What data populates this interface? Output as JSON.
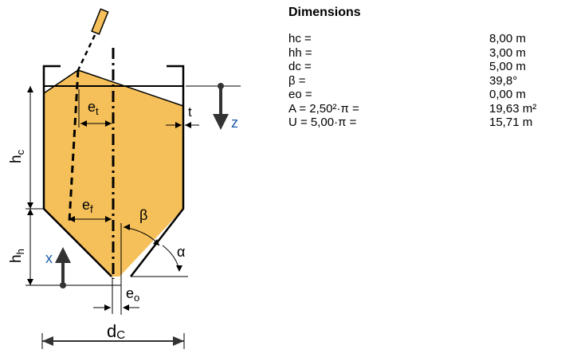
{
  "colors": {
    "material_fill": "#F5C05A",
    "line": "#000000",
    "axis_label": "#1F5FA8"
  },
  "diagram": {
    "labels": {
      "hc": "h",
      "hc_sub": "c",
      "hh": "h",
      "hh_sub": "h",
      "dc": "d",
      "dc_sub": "C",
      "et": "e",
      "et_sub": "t",
      "ef": "e",
      "ef_sub": "f",
      "eo": "e",
      "eo_sub": "o",
      "t": "t",
      "z": "z",
      "x": "x",
      "beta": "β",
      "alpha": "α"
    }
  },
  "dimensions": {
    "title": "Dimensions",
    "rows": [
      {
        "label": "hc =",
        "value": "8,00 m"
      },
      {
        "label": "hh =",
        "value": "3,00 m"
      },
      {
        "label": "dc =",
        "value": "5,00 m"
      },
      {
        "label": "β =",
        "value": "39,8°"
      },
      {
        "label": "eo =",
        "value": "0,00 m"
      },
      {
        "label": "A = 2,50²·π =",
        "value": "19,63 m²"
      },
      {
        "label": "U = 5,00·π =",
        "value": "15,71 m"
      }
    ]
  }
}
